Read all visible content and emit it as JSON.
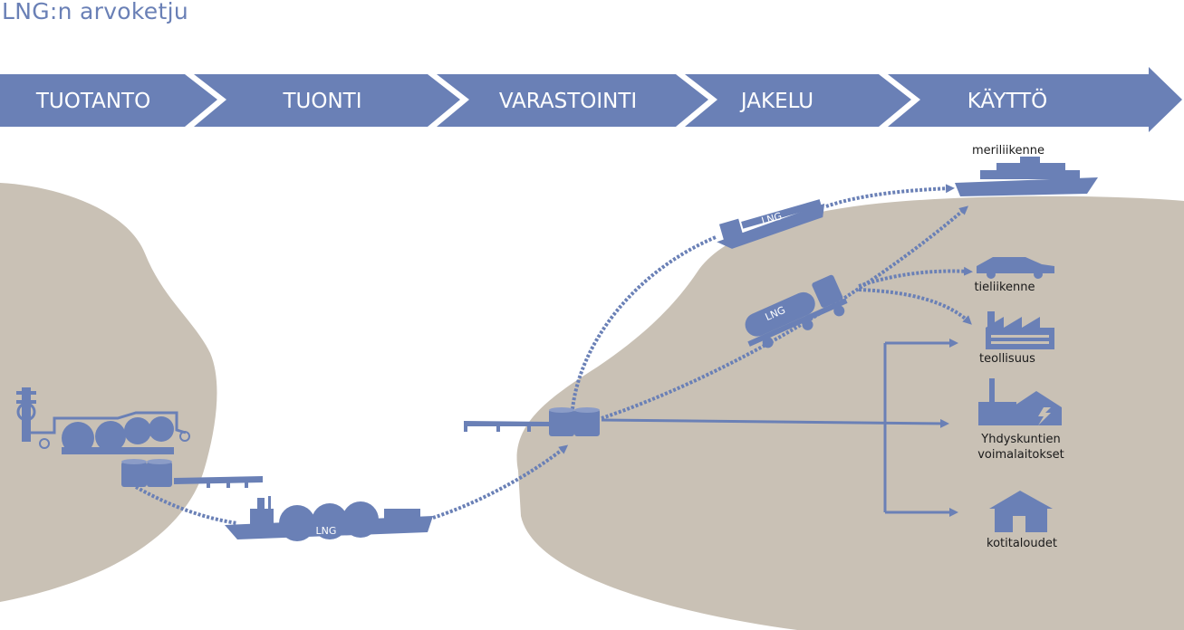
{
  "title": "LNG:n arvoketju",
  "stages": [
    "TUOTANTO",
    "TUONTI",
    "VARASTOINTI",
    "JAKELU",
    "KÄYTTÖ"
  ],
  "uses": {
    "sea": "meriliikenne",
    "road": "tieliikenne",
    "industry": "teollisuus",
    "power_line1": "Yhdyskuntien",
    "power_line2": "voimalaitokset",
    "home": "kotitaloudet"
  },
  "vehicle_labels": {
    "tanker_ship": "LNG",
    "small_ship": "LNG",
    "truck": "LNG"
  },
  "colors": {
    "accent": "#6a80b6",
    "land": "#c9c1b5",
    "text_dark": "#1a1a1a"
  }
}
